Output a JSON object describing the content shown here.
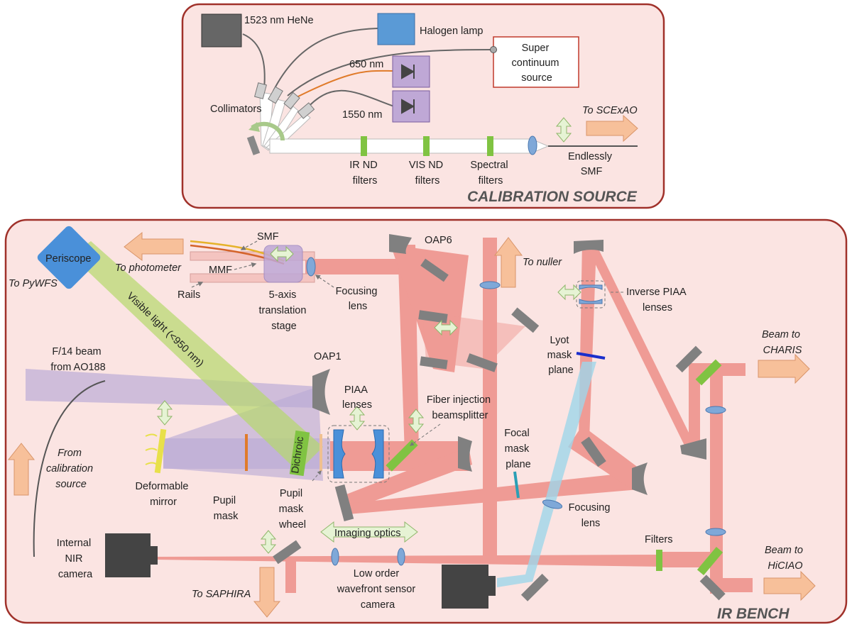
{
  "calibration": {
    "title": "CALIBRATION SOURCE",
    "hene": "1523 nm HeNe",
    "halogen": "Halogen lamp",
    "supercontinuum": [
      "Super",
      "continuum",
      "source"
    ],
    "laser_650": "650 nm",
    "laser_1550": "1550 nm",
    "collimators": "Collimators",
    "ir_nd": [
      "IR ND",
      "filters"
    ],
    "vis_nd": [
      "VIS ND",
      "filters"
    ],
    "spectral": [
      "Spectral",
      "filters"
    ],
    "to_scexao": "To SCExAO",
    "endless_smf": [
      "Endlessly",
      "SMF"
    ]
  },
  "bench": {
    "title": "IR BENCH",
    "periscope": "Periscope",
    "to_pywfs": "To PyWFS",
    "to_photometer": "To photometer",
    "smf": "SMF",
    "mmf": "MMF",
    "rails": "Rails",
    "stage": [
      "5-axis",
      "translation",
      "stage"
    ],
    "focusing_lens_top": [
      "Focusing",
      "lens"
    ],
    "oap6": "OAP6",
    "to_nuller": "To nuller",
    "inverse_piaa": [
      "Inverse PIAA",
      "lenses"
    ],
    "visible_light": "Visible light (<950 nm)",
    "f14": [
      "F/14 beam",
      "from AO188"
    ],
    "oap1": "OAP1",
    "lyot": [
      "Lyot",
      "mask",
      "plane"
    ],
    "beam_charis": [
      "Beam to",
      "CHARIS"
    ],
    "piaa": [
      "PIAA",
      "lenses"
    ],
    "fiber_inj": [
      "Fiber injection",
      "beamsplitter"
    ],
    "from_cal": [
      "From",
      "calibration",
      "source"
    ],
    "focal_mask": [
      "Focal",
      "mask",
      "plane"
    ],
    "deformable": [
      "Deformable",
      "mirror"
    ],
    "pupil_mask": [
      "Pupil",
      "mask"
    ],
    "dichroic": "Dichroic",
    "pupil_wheel": [
      "Pupil",
      "mask",
      "wheel"
    ],
    "focusing_lens_bottom": [
      "Focusing",
      "lens"
    ],
    "imaging_optics": "Imaging optics",
    "filters": "Filters",
    "internal_nir": [
      "Internal",
      "NIR",
      "camera"
    ],
    "lowfs": [
      "Low order",
      "wavefront sensor",
      "camera"
    ],
    "to_saphira": "To SAPHIRA",
    "beam_hiciao": [
      "Beam to",
      "HiCIAO"
    ]
  },
  "colors": {
    "panel_border": "#a0312a",
    "panel_fill": "#fbe4e2",
    "ir_beam": "#e86b62",
    "visible_beam": "#b5d96c",
    "ao_beam": "#b7a8d6",
    "lowfs_beam": "#9fd6ea",
    "arrow": "#f7c09a",
    "green_element": "#80c342",
    "mirror_gray": "#808080",
    "lens_blue": "#7fa8d8",
    "periscope_blue": "#4a90d9"
  }
}
